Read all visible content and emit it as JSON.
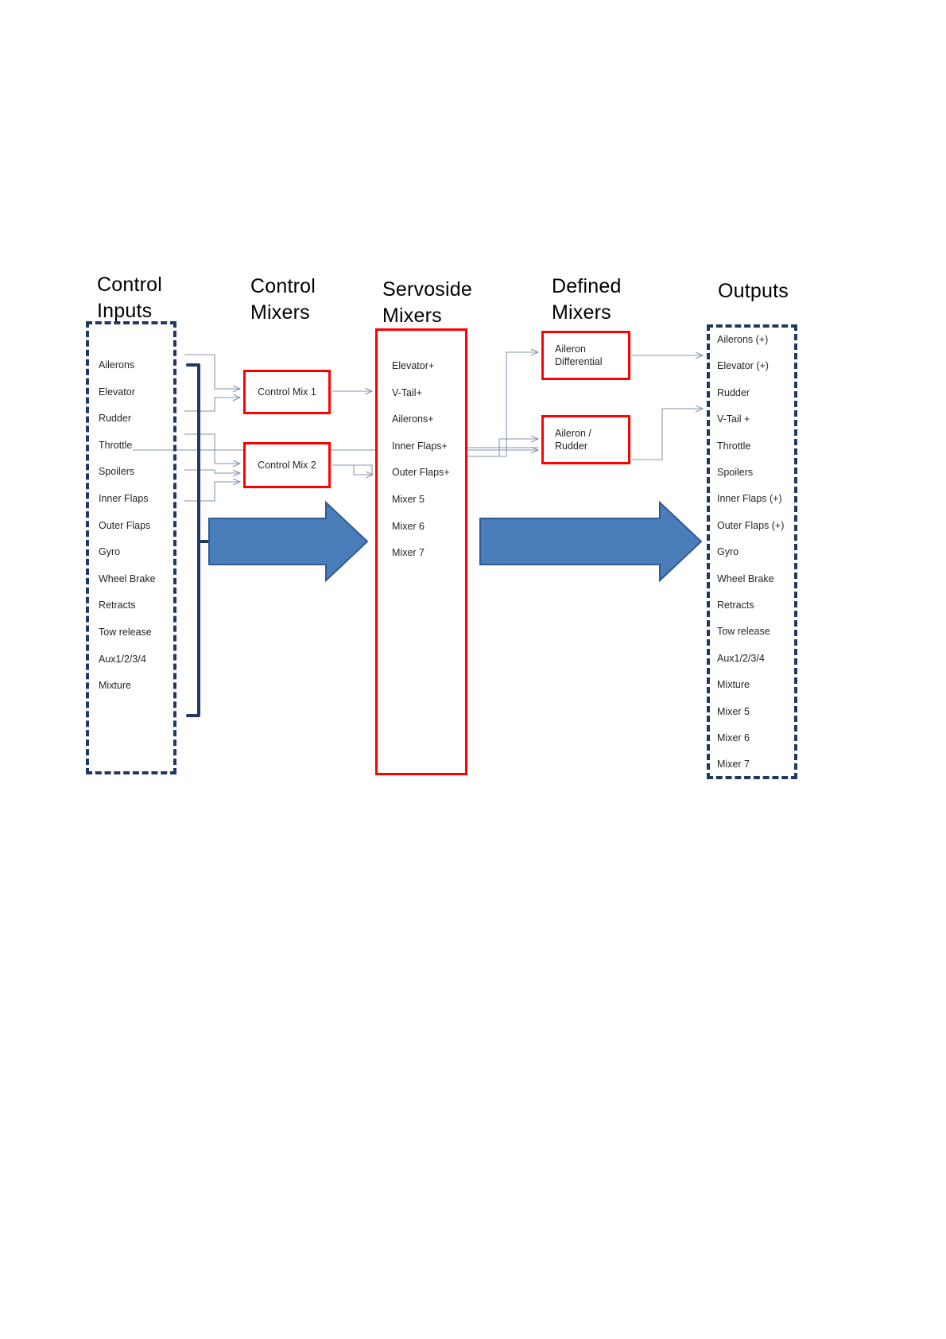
{
  "diagram": {
    "title": "Mixer signal flow diagram",
    "columns": [
      {
        "id": "control-inputs",
        "heading": "Control\nInputs"
      },
      {
        "id": "control-mixers",
        "heading": "Control\nMixers"
      },
      {
        "id": "servoside-mixers",
        "heading": "Servoside\nMixers"
      },
      {
        "id": "defined-mixers",
        "heading": "Defined\nMixers"
      },
      {
        "id": "outputs",
        "heading": "Outputs"
      }
    ],
    "control_inputs": [
      "Ailerons",
      "Elevator",
      "Rudder",
      "Throttle",
      "Spoilers",
      "Inner Flaps",
      "Outer Flaps",
      "Gyro",
      "Wheel Brake",
      "Retracts",
      "Tow release",
      "Aux1/2/3/4",
      "Mixture"
    ],
    "control_mixers": [
      "Control Mix 1",
      "Control Mix 2"
    ],
    "servoside_mixers": [
      "Elevator+",
      "V-Tail+",
      "Ailerons+",
      "Inner Flaps+",
      "Outer Flaps+",
      "Mixer 5",
      "Mixer 6",
      "Mixer 7"
    ],
    "defined_mixers": [
      "Aileron\nDifferential",
      "Aileron /\nRudder"
    ],
    "outputs": [
      "Ailerons (+)",
      "Elevator (+)",
      "Rudder",
      "V-Tail +",
      "Throttle",
      "Spoilers",
      "Inner Flaps (+)",
      "Outer Flaps (+)",
      "Gyro",
      "Wheel Brake",
      "Retracts",
      "Tow release",
      "Aux1/2/3/4",
      "Mixture",
      "Mixer 5",
      "Mixer 6",
      "Mixer 7"
    ],
    "colors": {
      "dashed_border": "#1f3864",
      "red_border": "#ff0000",
      "connector": "#8496b0",
      "bracket": "#1f3864",
      "block_arrow_fill": "#4a7ebb",
      "block_arrow_stroke": "#2f5b92",
      "text": "#262626",
      "heading_text": "#000000",
      "background": "#ffffff"
    }
  }
}
